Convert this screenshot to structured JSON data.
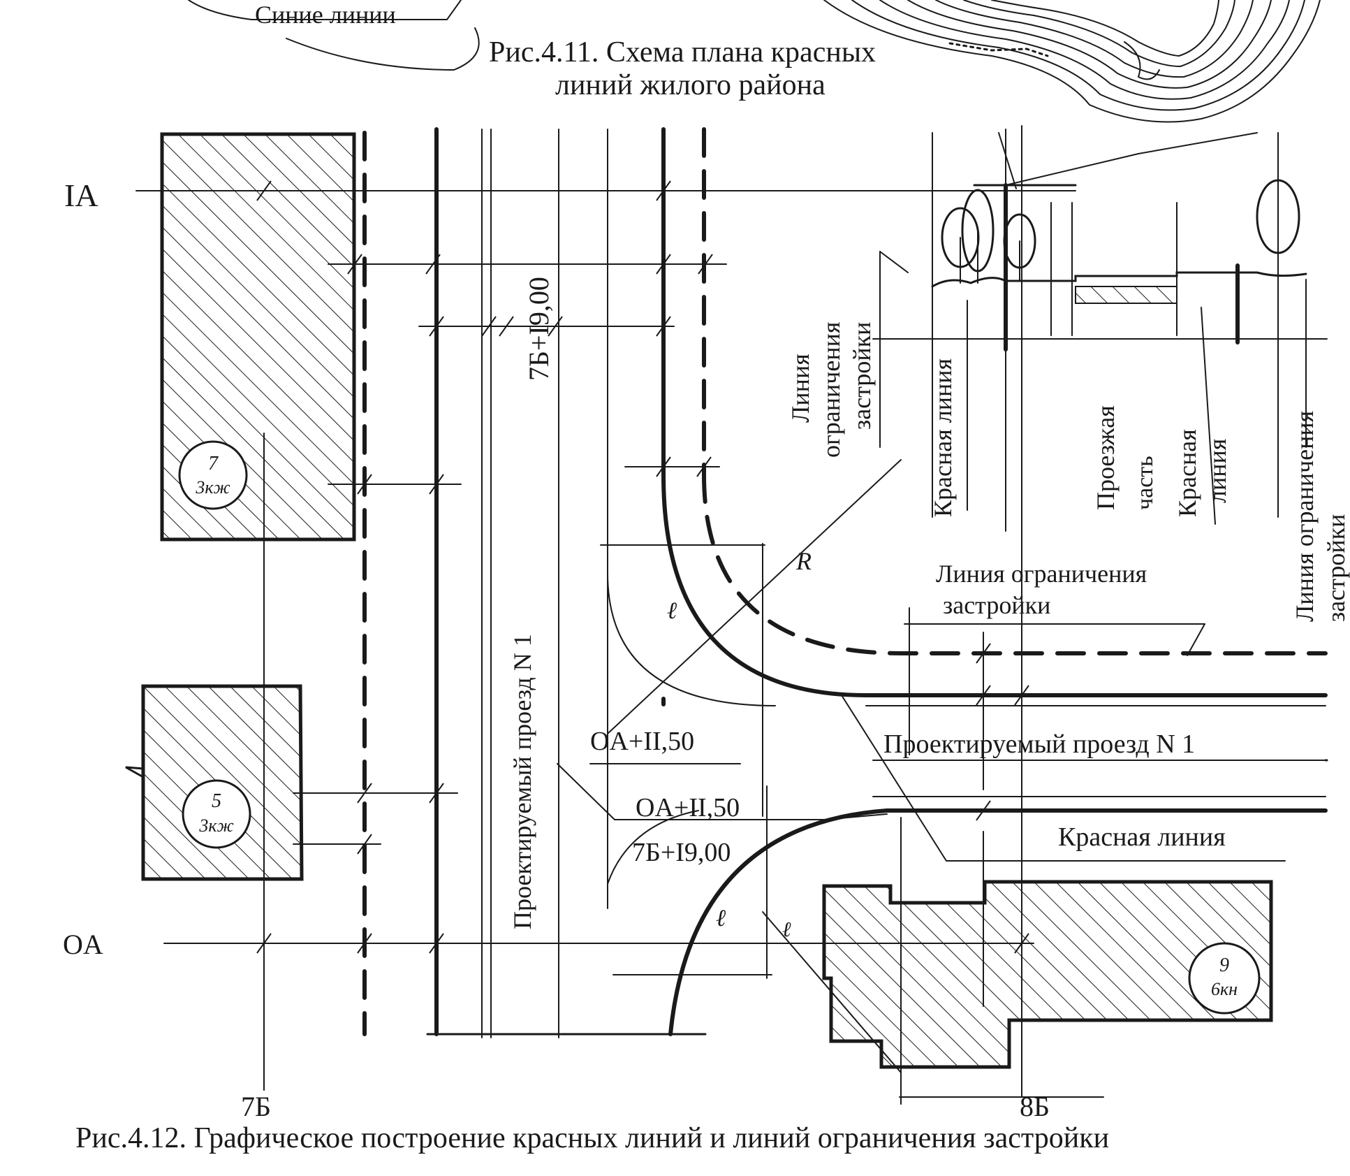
{
  "top": {
    "blue_lines_label": "Синие линии",
    "fig411_caption_line1": "Рис.4.11. Схема плана красных",
    "fig411_caption_line2": "линий жилого района"
  },
  "axes": {
    "row_1a": "IA",
    "row_0a": "OA",
    "col_7b": "7Б",
    "col_8b": "8Б"
  },
  "buildings": {
    "b7_number": "7",
    "b7_floors": "3кж",
    "b5_number": "5",
    "b5_floors": "3кж",
    "b9_number": "9",
    "b9_floors": "6кн"
  },
  "labels": {
    "mark_7b_top": "7Б+I9,00",
    "road_vertical": "Проектируемый проезд N 1",
    "road_horizontal": "Проектируемый проезд N 1",
    "mark_oa_1": "OA+II,50",
    "mark_oa_2": "OA+II,50",
    "mark_7b_bottom": "7Б+I9,00",
    "setback_line_mid_1": "Линия ограничения",
    "setback_line_mid_2": "застройки",
    "red_line_bottom": "Красная линия",
    "radius_R": "R",
    "radius_r1": "ℓ",
    "radius_r2": "ℓ",
    "radius_r3": "ℓ"
  },
  "section": {
    "setback_left_1": "Линия",
    "setback_left_2": "ограничения",
    "setback_left_3": "застройки",
    "red_line_left": "Красная линия",
    "carriageway_1": "Проезжая",
    "carriageway_2": "часть",
    "red_line_right_1": "Красная",
    "red_line_right_2": "линия",
    "setback_right_1": "Линия ограничения",
    "setback_right_2": "застройки"
  },
  "caption": {
    "fig412": "Рис.4.12. Графическое построение красных линий и линий ограничения застройки"
  }
}
